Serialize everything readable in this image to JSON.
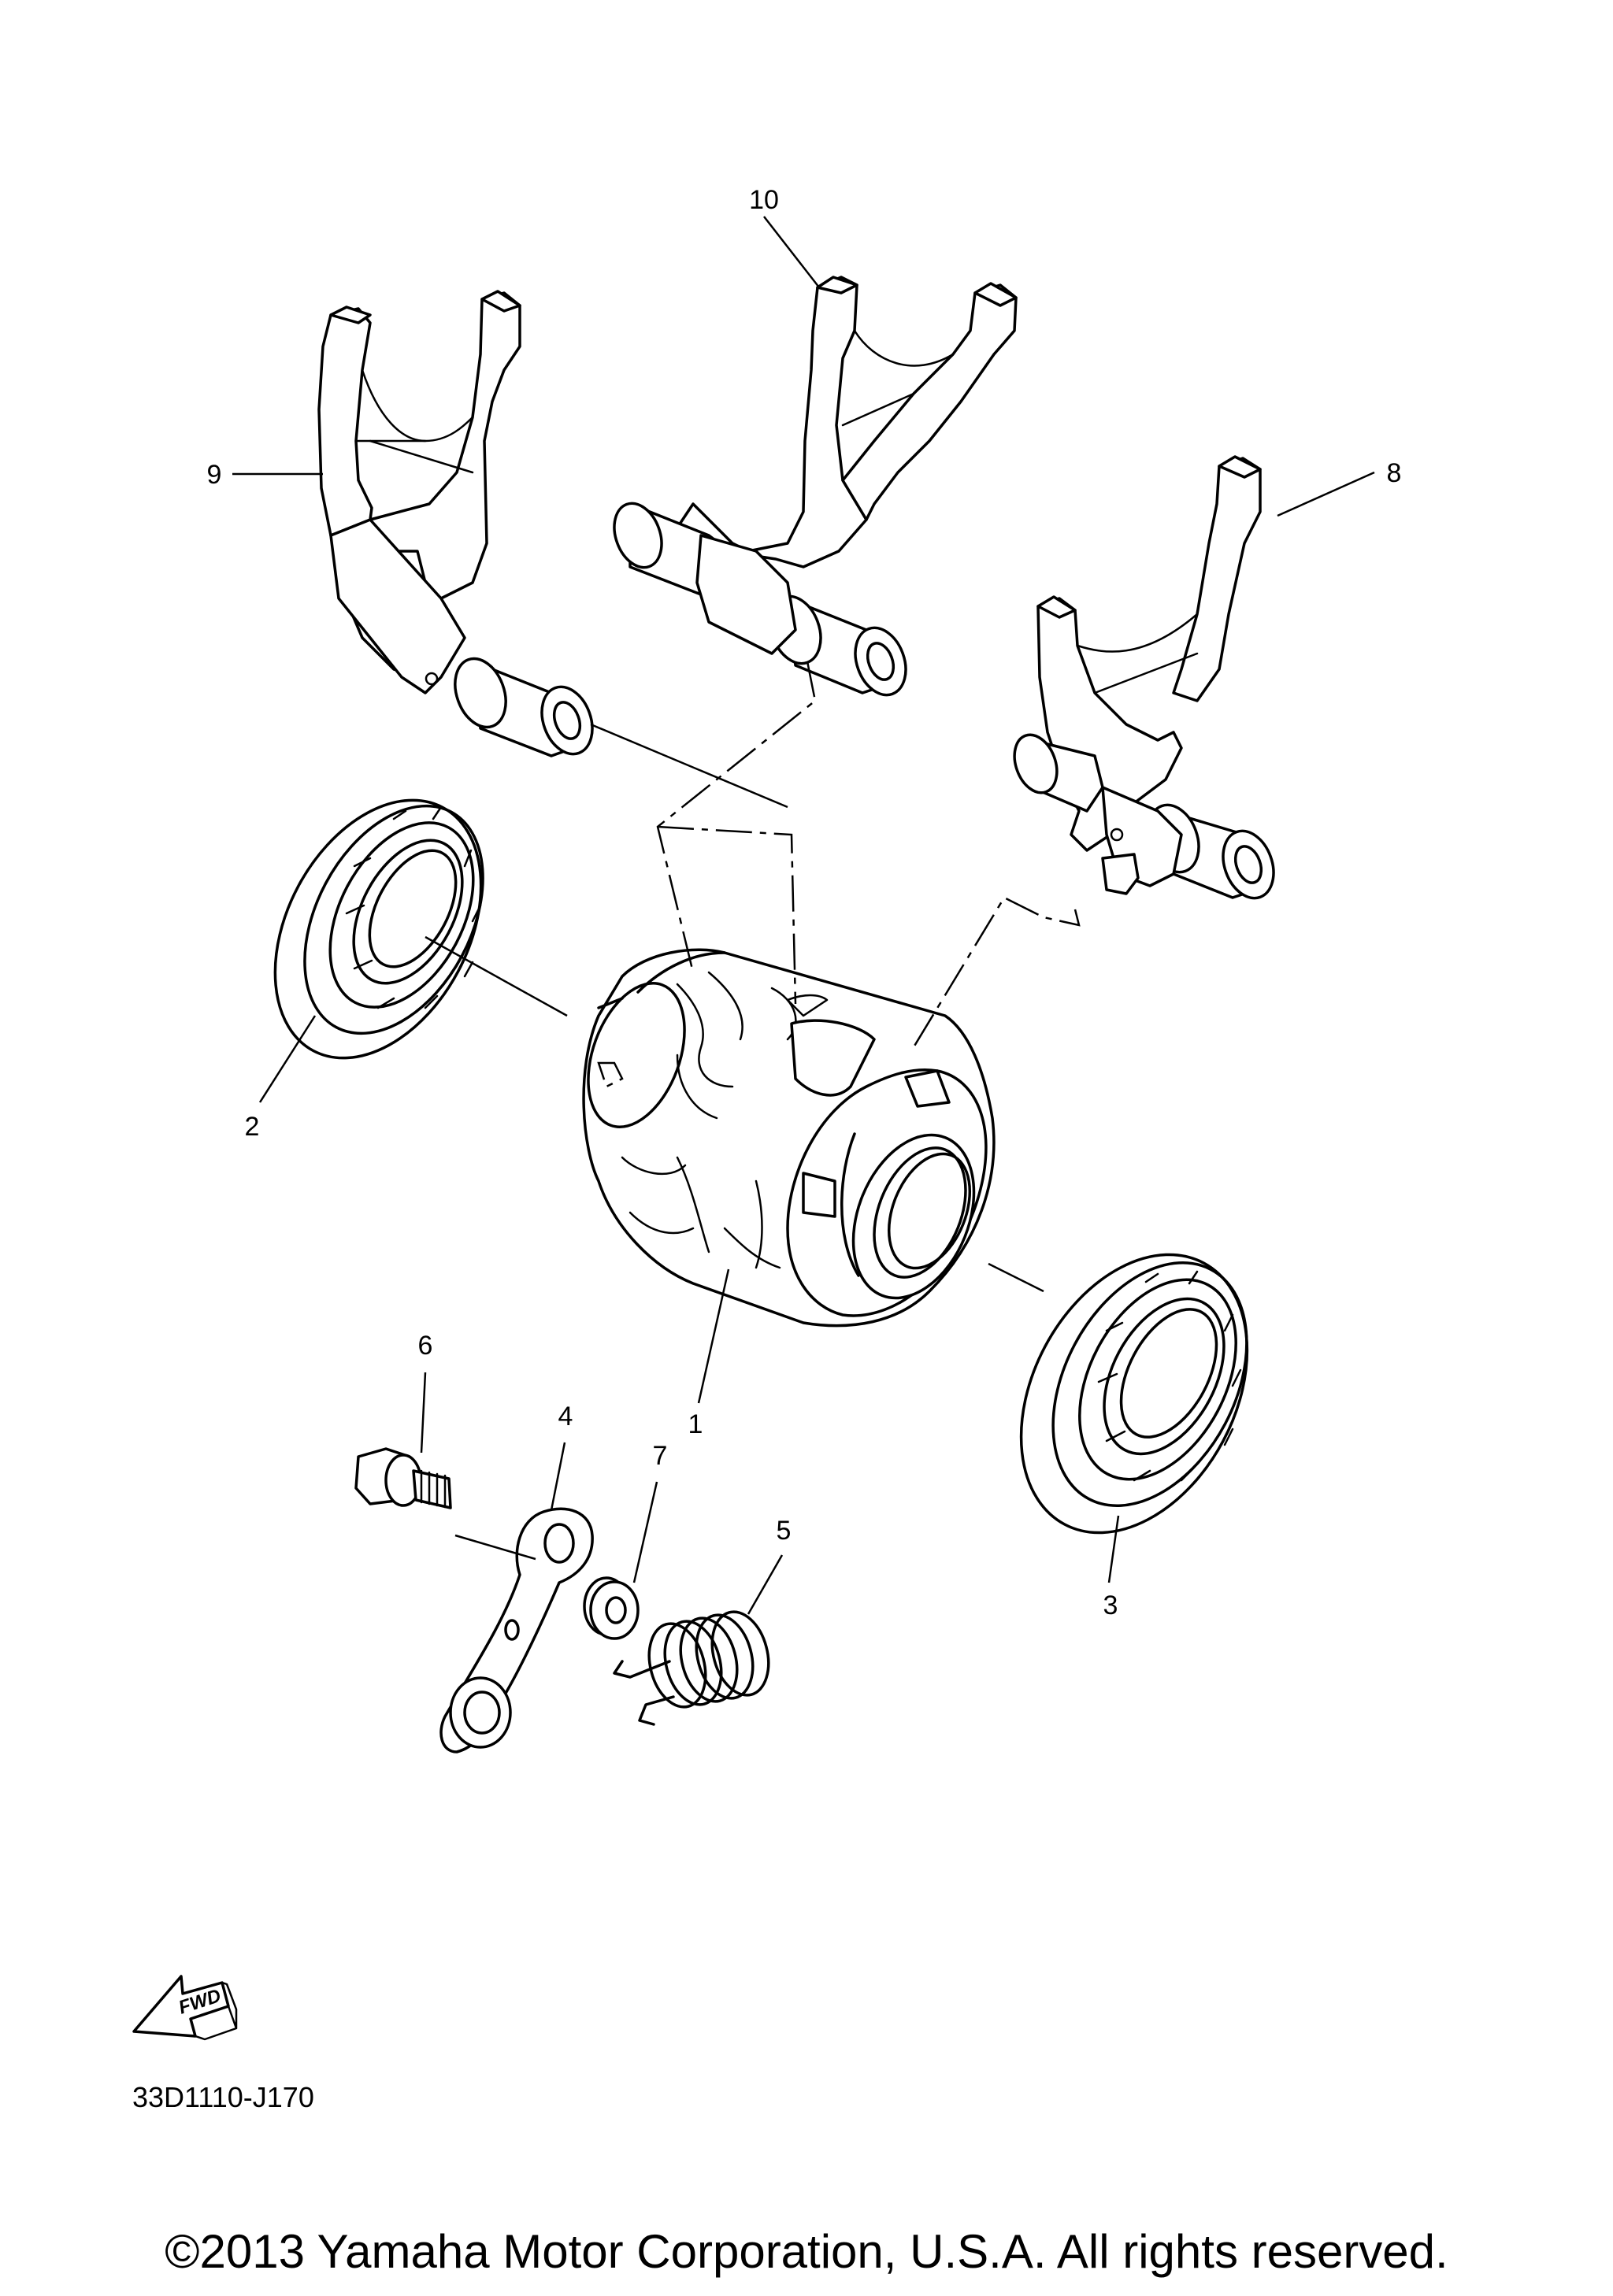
{
  "diagram": {
    "callouts": {
      "c1": "1",
      "c2": "2",
      "c3": "3",
      "c4": "4",
      "c5": "5",
      "c6": "6",
      "c7": "7",
      "c8": "8",
      "c9": "9",
      "c10": "10"
    },
    "fwd_label": "FWD",
    "part_code": "33D1110-J170",
    "copyright": "©2013 Yamaha Motor Corporation, U.S.A. All rights reserved."
  }
}
